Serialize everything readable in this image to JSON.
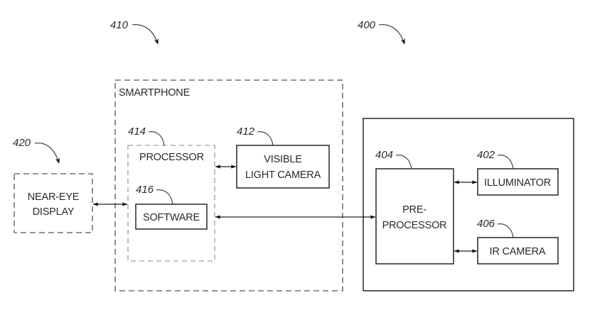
{
  "diagram": {
    "reference_labels": {
      "system_400": "400",
      "smartphone_410": "410",
      "near_eye_420": "420",
      "illuminator_402": "402",
      "preprocessor_404": "404",
      "ir_camera_406": "406",
      "visible_camera_412": "412",
      "processor_414": "414",
      "software_416": "416"
    },
    "blocks": {
      "smartphone": "SMARTPHONE",
      "processor": "PROCESSOR",
      "software": "SOFTWARE",
      "visible_camera_line1": "VISIBLE",
      "visible_camera_line2": "LIGHT CAMERA",
      "near_eye_line1": "NEAR-EYE",
      "near_eye_line2": "DISPLAY",
      "preprocessor_line1": "PRE-",
      "preprocessor_line2": "PROCESSOR",
      "illuminator": "ILLUMINATOR",
      "ir_camera": "IR CAMERA"
    },
    "connections": [
      {
        "from": "near-eye-display",
        "to": "software",
        "type": "bidirectional"
      },
      {
        "from": "processor",
        "to": "visible-light-camera",
        "type": "bidirectional"
      },
      {
        "from": "software",
        "to": "pre-processor",
        "type": "bidirectional"
      },
      {
        "from": "pre-processor",
        "to": "illuminator",
        "type": "bidirectional"
      },
      {
        "from": "pre-processor",
        "to": "ir-camera",
        "type": "bidirectional"
      }
    ]
  }
}
